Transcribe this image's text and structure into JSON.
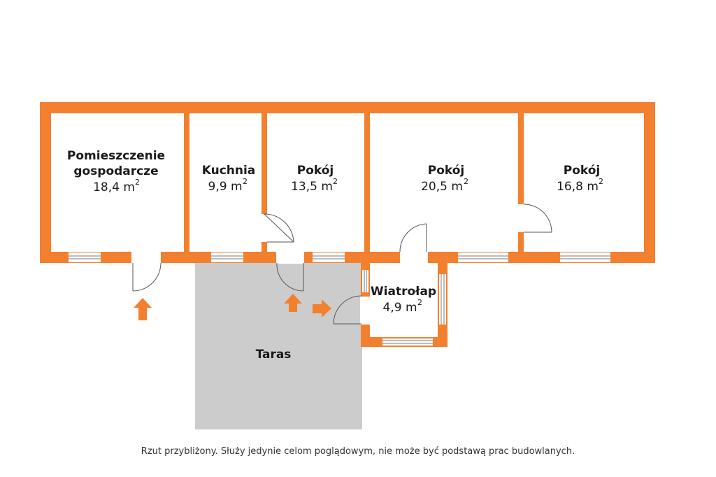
{
  "colors": {
    "wall": "#f2802e",
    "terrace": "#cccccc",
    "background": "#ffffff",
    "arrow": "#f2802e",
    "window_line": "#7a7a7a",
    "door_line": "#555555",
    "text": "#1a1a1a"
  },
  "rooms": {
    "room1": {
      "name_line1": "Pomieszczenie",
      "name_line2": "gospodarcze",
      "area": "18,4 m",
      "sup": "2"
    },
    "room2": {
      "name": "Kuchnia",
      "area": "9,9 m",
      "sup": "2"
    },
    "room3": {
      "name": "Pokój",
      "area": "13,5 m",
      "sup": "2"
    },
    "room4": {
      "name": "Pokój",
      "area": "20,5 m",
      "sup": "2"
    },
    "room5": {
      "name": "Pokój",
      "area": "16,8 m",
      "sup": "2"
    },
    "vestibule": {
      "name": "Wiatrołap",
      "area": "4,9 m",
      "sup": "2"
    },
    "terrace": {
      "name": "Taras"
    }
  },
  "icons": {
    "entrance_arrows": [
      "arrow-up-icon",
      "arrow-up-icon",
      "arrow-right-icon"
    ]
  },
  "disclaimer": "Rzut przybliżony. Służy jedynie celom poglądowym, nie może być podstawą prac budowlanych."
}
